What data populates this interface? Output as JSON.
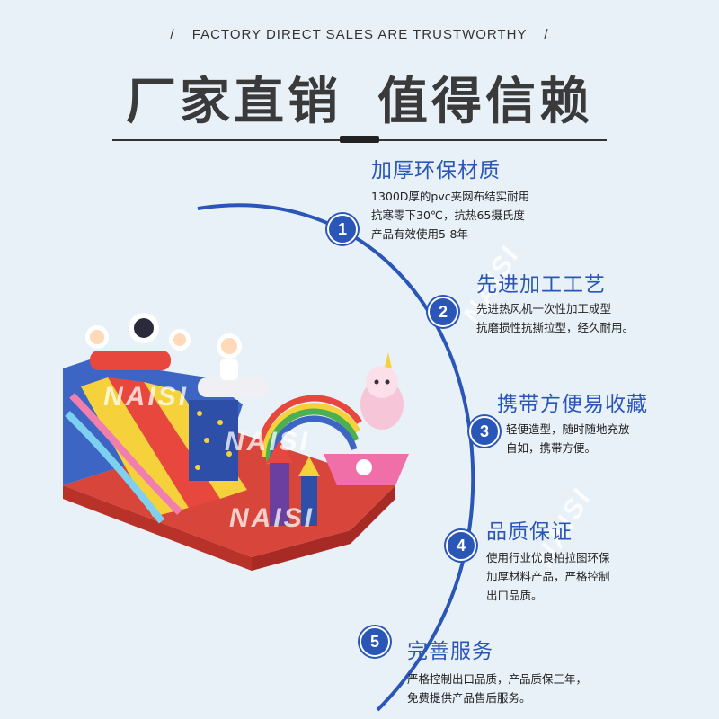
{
  "header": {
    "tagline": "FACTORY DIRECT SALES ARE TRUSTWORTHY",
    "slash": "/",
    "headline_left": "厂家直销",
    "headline_right": "值得信赖"
  },
  "watermark": "NAISI",
  "colors": {
    "accent": "#2a56b8",
    "background": "#e9f1f8"
  },
  "features": [
    {
      "number": "1",
      "title": "加厚环保材质",
      "lines": [
        "1300D厚的pvc夹网布结实耐用",
        "抗寒零下30℃，抗热65摄氏度",
        "产品有效使用5-8年"
      ]
    },
    {
      "number": "2",
      "title": "先进加工工艺",
      "lines": [
        "先进热风机一次性加工成型",
        "抗磨损性抗撕拉型，经久耐用。"
      ]
    },
    {
      "number": "3",
      "title": "携带方便易收藏",
      "lines": [
        "轻便造型，随时随地充放",
        "自如，携带方便。"
      ]
    },
    {
      "number": "4",
      "title": "品质保证",
      "lines": [
        "使用行业优良柏拉图环保",
        "加厚材料产品，严格控制",
        "出口品质。"
      ]
    },
    {
      "number": "5",
      "title": "完善服务",
      "lines": [
        "严格控制出口品质，产品质保三年，",
        "免费提供产品售后服务。"
      ]
    }
  ]
}
